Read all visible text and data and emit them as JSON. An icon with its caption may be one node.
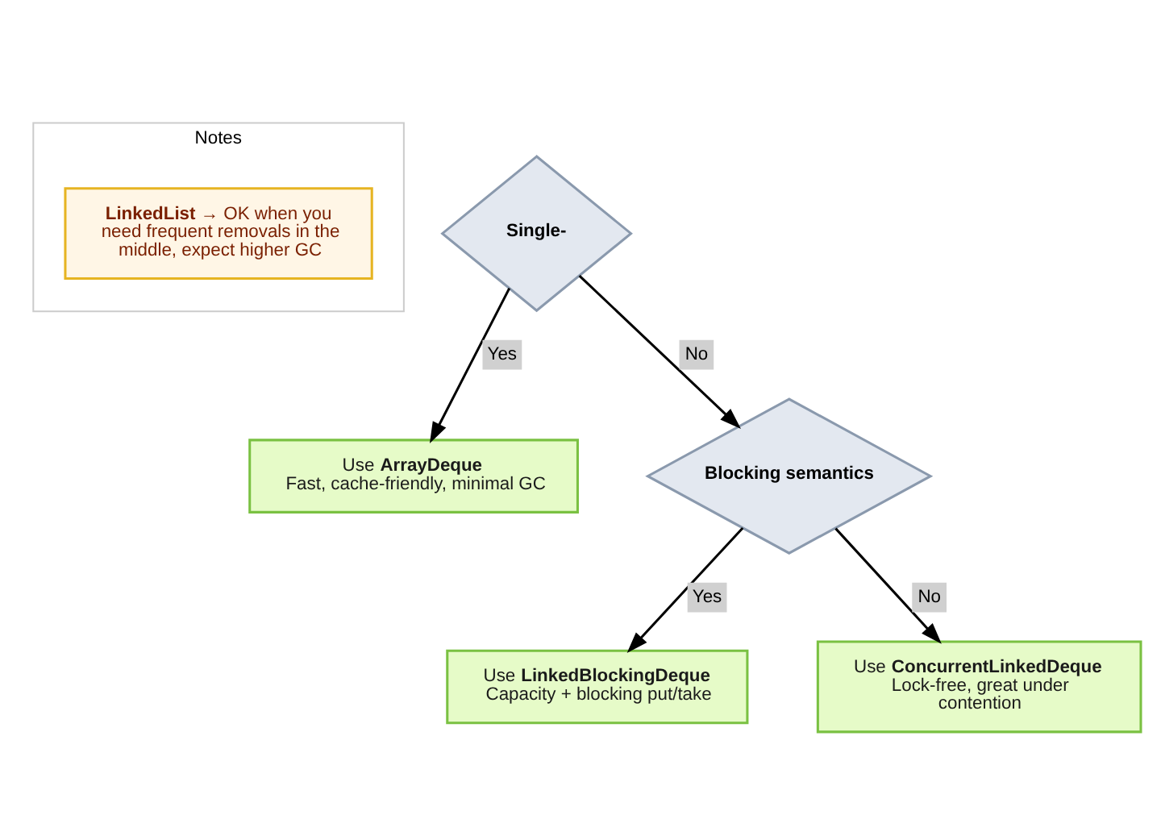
{
  "diagram": {
    "nodes": [
      {
        "text": [
          "Notes"
        ]
      },
      {
        "text": [
          "**LinkedList** → OK when you need frequent removals in the middle, expect higher GC"
        ],
        "in": 0
      },
      {
        "text": [
          "Single-"
        ]
      },
      {
        "text": [
          "Use **ArrayDeque**",
          "Fast, cache-friendly, minimal GC"
        ]
      },
      {
        "text": [
          "Blocking semantics"
        ]
      },
      {
        "text": [
          "Use **LinkedBlockingDeque**",
          "Capacity + blocking put/take"
        ]
      },
      {
        "text": [
          "Use **ConcurrentLinkedDeque**",
          "Lock-free, great under contention"
        ]
      }
    ],
    "edges": [
      {
        "from": 2,
        "to": 3,
        "arrow": "to",
        "label": "Yes"
      },
      {
        "from": 2,
        "to": 4,
        "arrow": "to",
        "label": "No"
      },
      {
        "from": 4,
        "to": 5,
        "arrow": "to",
        "label": "Yes"
      },
      {
        "from": 4,
        "to": 6,
        "arrow": "to",
        "label": "No"
      }
    ]
  }
}
